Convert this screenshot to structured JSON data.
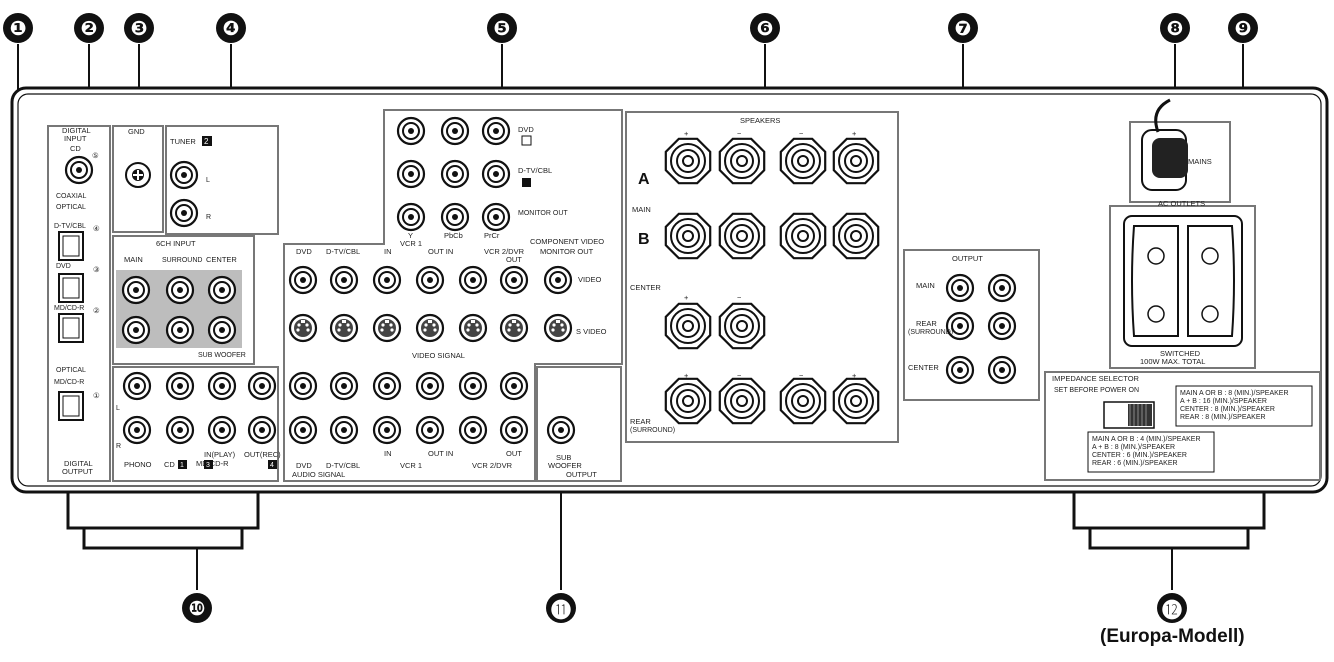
{
  "callouts": [
    "❶",
    "❷",
    "❸",
    "❹",
    "❺",
    "❻",
    "❼",
    "❽",
    "❾",
    "❿",
    "⓫",
    "⓬"
  ],
  "caption": "(Europa-Modell)",
  "panel": {
    "digital_input": {
      "title_1": "DIGITAL",
      "title_2": "INPUT",
      "cd": "CD",
      "coaxial": "COAXIAL",
      "optical": "OPTICAL",
      "dtv_cbl": "D-TV/CBL",
      "dvd": "DVD",
      "md_cdr": "MD/CD-R",
      "n5": "⑤",
      "n4": "④",
      "n3": "③",
      "n2": "②"
    },
    "digital_output": {
      "optical": "OPTICAL",
      "md_cdr": "MD/CD-R",
      "n1": "①",
      "title_1": "DIGITAL",
      "title_2": "OUTPUT"
    },
    "gnd": "GND",
    "tuner": "TUNER",
    "tuner_num": "2",
    "l_mark": "L",
    "r_mark": "R",
    "input_6ch": {
      "title": "6CH INPUT",
      "main": "MAIN",
      "surround": "SURROUND",
      "center": "CENTER",
      "sub_woofer": "SUB WOOFER"
    },
    "component_video": {
      "dvd": "DVD",
      "dtv_cbl": "D-TV/CBL",
      "monitor_out": "MONITOR OUT",
      "y": "Y",
      "pbcb": "PbCb",
      "prcr": "PrCr",
      "title_1": "COMPONENT VIDEO",
      "title_2": "MONITOR OUT"
    },
    "video_signal": {
      "dvd": "DVD",
      "dtv_cbl": "D-TV/CBL",
      "in": "IN",
      "vcr1": "VCR 1",
      "out_in": "OUT IN",
      "vcr2_dvr": "VCR 2/DVR",
      "out": "OUT",
      "video": "VIDEO",
      "s_video": "S VIDEO",
      "title": "VIDEO SIGNAL"
    },
    "audio_in": {
      "phono": "PHONO",
      "cd": "CD",
      "cd_num": "1",
      "in_play": "IN(PLAY)",
      "md_cdr": "MD/CD-R",
      "num_3": "3",
      "out_rec": "OUT(REC)",
      "num_4": "4"
    },
    "audio_signal": {
      "dvd": "DVD",
      "dtv_cbl": "D-TV/CBL",
      "in": "IN",
      "out_in": "OUT IN",
      "vcr1": "VCR 1",
      "vcr2_dvr": "VCR 2/DVR",
      "out": "OUT",
      "title": "AUDIO SIGNAL"
    },
    "sub_woofer": {
      "sub": "SUB",
      "woofer": "WOOFER",
      "output": "OUTPUT"
    },
    "speakers": {
      "title": "SPEAKERS",
      "a": "A",
      "b": "B",
      "main": "MAIN",
      "center": "CENTER",
      "rear": "REAR",
      "rear_sub": "(SURROUND)",
      "plus": "+",
      "minus": "−"
    },
    "output": {
      "title": "OUTPUT",
      "main": "MAIN",
      "rear": "REAR",
      "rear_sub": "(SURROUND)",
      "center": "CENTER"
    },
    "mains": "MAINS",
    "ac_outlets": {
      "title": "AC OUTLETS",
      "switched_1": "SWITCHED",
      "switched_2": "100W MAX. TOTAL"
    },
    "impedance": {
      "title": "IMPEDANCE SELECTOR",
      "subtitle": "SET BEFORE POWER ON",
      "r1": "MAIN A OR B : 8 (MIN.)/SPEAKER",
      "r2": "A + B : 16 (MIN.)/SPEAKER",
      "r3": "CENTER : 8 (MIN.)/SPEAKER",
      "r4": "REAR : 8 (MIN.)/SPEAKER",
      "l1": "MAIN A OR B : 4 (MIN.)/SPEAKER",
      "l2": "A + B : 8 (MIN.)/SPEAKER",
      "l3": "CENTER : 6 (MIN.)/SPEAKER",
      "l4": "REAR : 6 (MIN.)/SPEAKER"
    }
  }
}
